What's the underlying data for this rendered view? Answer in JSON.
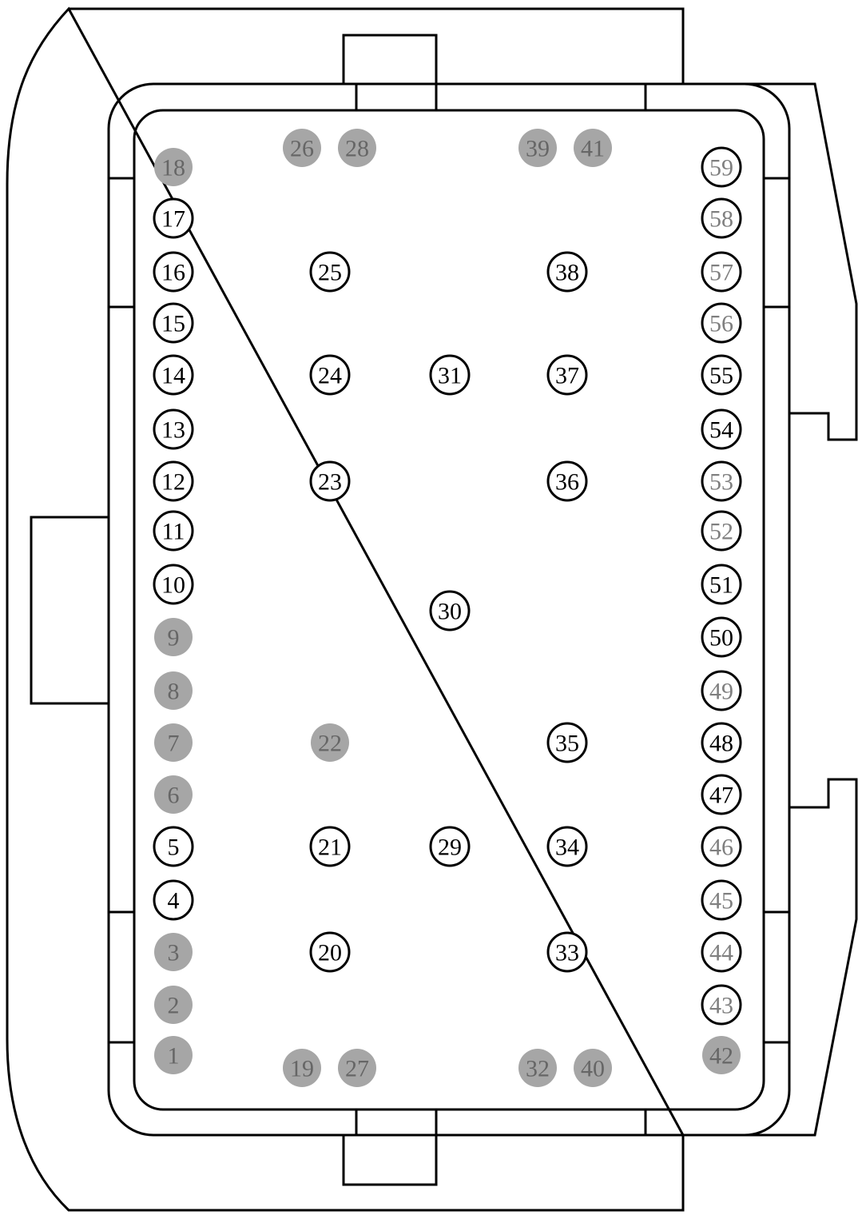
{
  "colors": {
    "line": "#000000",
    "unused_fill": "#a6a6a6",
    "unused_text": "#666666",
    "used_text": "#000000",
    "optional_text": "#7f7f7f"
  },
  "pins": [
    {
      "label": "1",
      "state": "unused"
    },
    {
      "label": "2",
      "state": "unused"
    },
    {
      "label": "3",
      "state": "unused"
    },
    {
      "label": "4",
      "state": "used"
    },
    {
      "label": "5",
      "state": "used"
    },
    {
      "label": "6",
      "state": "unused"
    },
    {
      "label": "7",
      "state": "unused"
    },
    {
      "label": "8",
      "state": "unused"
    },
    {
      "label": "9",
      "state": "unused"
    },
    {
      "label": "10",
      "state": "used"
    },
    {
      "label": "11",
      "state": "used"
    },
    {
      "label": "12",
      "state": "used"
    },
    {
      "label": "13",
      "state": "used"
    },
    {
      "label": "14",
      "state": "used"
    },
    {
      "label": "15",
      "state": "used"
    },
    {
      "label": "16",
      "state": "used"
    },
    {
      "label": "17",
      "state": "used"
    },
    {
      "label": "18",
      "state": "unused"
    },
    {
      "label": "19",
      "state": "unused"
    },
    {
      "label": "20",
      "state": "used"
    },
    {
      "label": "21",
      "state": "used"
    },
    {
      "label": "22",
      "state": "unused"
    },
    {
      "label": "23",
      "state": "used"
    },
    {
      "label": "24",
      "state": "used"
    },
    {
      "label": "25",
      "state": "used"
    },
    {
      "label": "26",
      "state": "unused"
    },
    {
      "label": "27",
      "state": "unused"
    },
    {
      "label": "28",
      "state": "unused"
    },
    {
      "label": "29",
      "state": "used"
    },
    {
      "label": "30",
      "state": "used"
    },
    {
      "label": "31",
      "state": "used"
    },
    {
      "label": "32",
      "state": "unused"
    },
    {
      "label": "33",
      "state": "used"
    },
    {
      "label": "34",
      "state": "used"
    },
    {
      "label": "35",
      "state": "used"
    },
    {
      "label": "36",
      "state": "used"
    },
    {
      "label": "37",
      "state": "used"
    },
    {
      "label": "38",
      "state": "used"
    },
    {
      "label": "39",
      "state": "unused"
    },
    {
      "label": "40",
      "state": "unused"
    },
    {
      "label": "41",
      "state": "unused"
    },
    {
      "label": "42",
      "state": "unused"
    },
    {
      "label": "43",
      "state": "optional"
    },
    {
      "label": "44",
      "state": "optional"
    },
    {
      "label": "45",
      "state": "optional"
    },
    {
      "label": "46",
      "state": "optional"
    },
    {
      "label": "47",
      "state": "used"
    },
    {
      "label": "48",
      "state": "used"
    },
    {
      "label": "49",
      "state": "optional"
    },
    {
      "label": "50",
      "state": "used"
    },
    {
      "label": "51",
      "state": "used"
    },
    {
      "label": "52",
      "state": "optional"
    },
    {
      "label": "53",
      "state": "optional"
    },
    {
      "label": "54",
      "state": "used"
    },
    {
      "label": "55",
      "state": "used"
    },
    {
      "label": "56",
      "state": "optional"
    },
    {
      "label": "57",
      "state": "optional"
    },
    {
      "label": "58",
      "state": "optional"
    },
    {
      "label": "59",
      "state": "optional"
    }
  ]
}
